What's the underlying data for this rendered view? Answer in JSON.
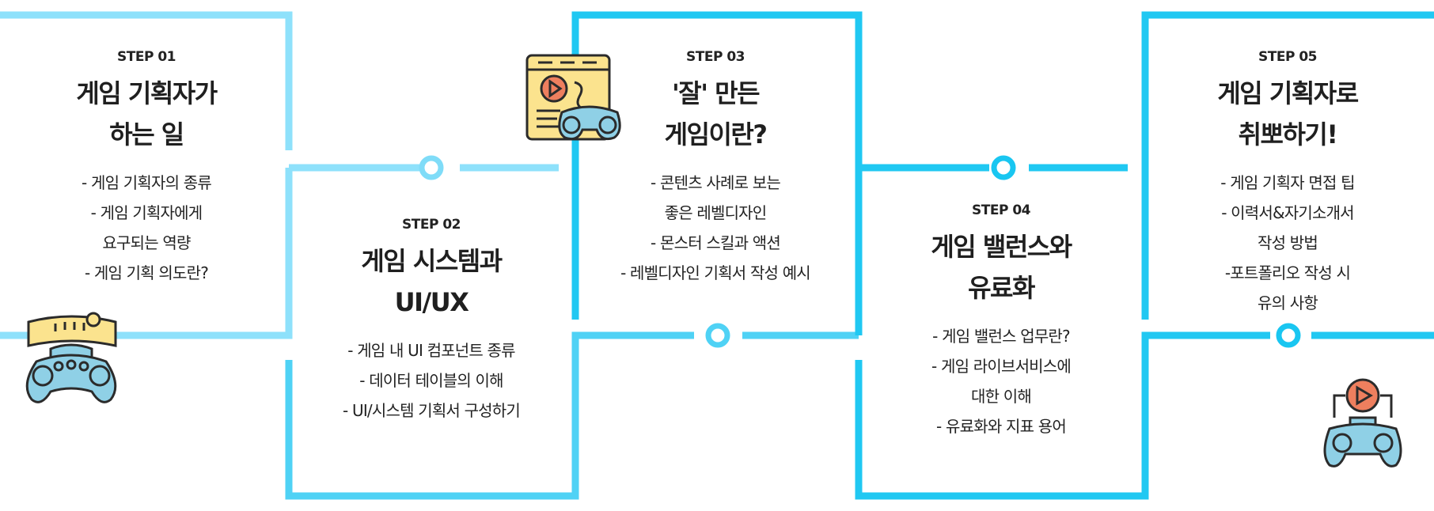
{
  "colors": {
    "frame_light": "#8ee1fb",
    "frame_mid": "#4fd2f5",
    "frame_dark": "#20c8f2",
    "ring_light": "#7fdcf8",
    "ring_dark": "#19c6f1",
    "gamepad_blue": "#8fd0e6",
    "outline": "#2b2b2b",
    "accent_yellow": "#fbe38e",
    "accent_orange": "#ee7f5e"
  },
  "icons": [
    "gamepad-vr-icon",
    "browser-gamepad-icon",
    "player-gamepad-icon"
  ],
  "steps": [
    {
      "label": "STEP 01",
      "title": [
        "게임 기획자가",
        "하는 일"
      ],
      "items": [
        "- 게임 기획자의 종류",
        "- 게임 기획자에게",
        "요구되는 역량",
        "- 게임 기획 의도란?"
      ]
    },
    {
      "label": "STEP 02",
      "title": [
        "게임 시스템과",
        "UI/UX"
      ],
      "items": [
        "- 게임 내 UI 컴포넌트 종류",
        "- 데이터 테이블의 이해",
        "- UI/시스템 기획서 구성하기"
      ]
    },
    {
      "label": "STEP 03",
      "title": [
        "'잘' 만든",
        "게임이란?"
      ],
      "items": [
        "- 콘텐츠 사례로 보는",
        "좋은 레벨디자인",
        "- 몬스터 스킬과 액션",
        "- 레벨디자인 기획서 작성 예시"
      ]
    },
    {
      "label": "STEP 04",
      "title": [
        "게임 밸런스와",
        "유료화"
      ],
      "items": [
        "- 게임 밸런스 업무란?",
        "- 게임 라이브서비스에",
        "대한 이해",
        "- 유료화와 지표 용어"
      ]
    },
    {
      "label": "STEP 05",
      "title": [
        "게임 기획자로",
        "취뽀하기!"
      ],
      "items": [
        "- 게임 기획자 면접 팁",
        "- 이력서&자기소개서",
        "작성 방법",
        "-포트폴리오 작성 시",
        "유의 사항"
      ]
    }
  ]
}
